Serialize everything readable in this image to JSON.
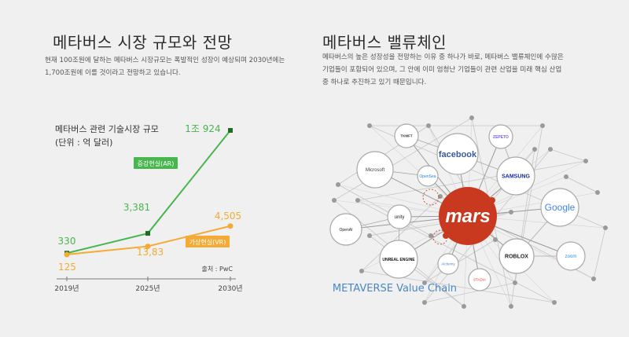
{
  "left": {
    "title": "메타버스 시장 규모와 전망",
    "paragraph_line1": "현재 100조원에 달하는 메타버스 시장규모는 폭발적인 성장이 예상되며 2030년에는",
    "paragraph_line2": "1,700조원에 이를 것이라고 전망하고 있습니다."
  },
  "right": {
    "title": "메타버스 밸류체인",
    "paragraph_line1": "메타버스의 높은 성장성을 전망하는 이유 중 하나가 바로, 메타버스 밸류체인에 수많은",
    "paragraph_line2": "기업들이 포함되어 있으며, 그 안에 이미 엄청난 기업들이 관련 산업을 미래 핵심 산업",
    "paragraph_line3": "중 하나로 추진하고 있기 때문입니다.",
    "center": "mars",
    "nodes": [
      "facebook",
      "SAMSUNG",
      "Google",
      "ROBLOX",
      "zoom",
      "Microsoft",
      "unity",
      "UNREAL ENGINE",
      "OpenSea",
      "TKMFT",
      "ZEPETO",
      "OpenAI",
      "STADIA",
      "Alchemy"
    ],
    "caption": "METAVERSE Value Chain",
    "colors": {
      "center": "#c8391f",
      "caption": "#4a87c8"
    }
  },
  "chart_data": {
    "type": "line",
    "title_line1": "메타버스 관련 기술시장 규모",
    "title_line2": "(단위 : 억 달러)",
    "categories": [
      "2019년",
      "2025년",
      "2030년"
    ],
    "series": [
      {
        "name": "증강현실(AR)",
        "values": [
          330,
          3381,
          19240
        ],
        "labels": [
          "330",
          "3,381",
          "1조 924"
        ],
        "color": "#47b64d"
      },
      {
        "name": "가상현실(VR)",
        "values": [
          125,
          1383,
          4505
        ],
        "labels": [
          "125",
          "13,83",
          "4,505"
        ],
        "color": "#f4aa33"
      }
    ],
    "source": "출처 : PwC"
  }
}
